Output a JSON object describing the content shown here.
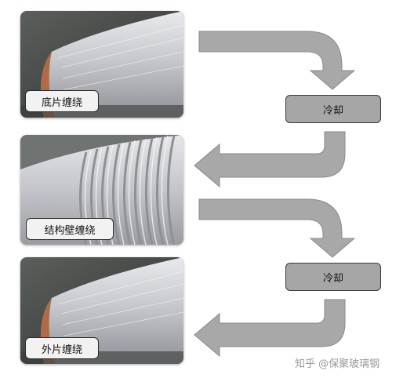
{
  "photos": [
    {
      "label": "底片缠绕",
      "style": "smooth"
    },
    {
      "label": "结构壁缠绕",
      "style": "ribbed"
    },
    {
      "label": "外片缠绕",
      "style": "smooth"
    }
  ],
  "steps": [
    {
      "label": "冷却"
    },
    {
      "label": "冷却"
    }
  ],
  "watermark": "知乎 @保聚玻璃钢",
  "colors": {
    "arrow_fill": "#a8a8a8",
    "arrow_stroke": "#8a8a8a",
    "step_box": "#a6a6a6",
    "pipe_surface": "#c9cbd0",
    "pipe_edge": "#b06a45"
  }
}
